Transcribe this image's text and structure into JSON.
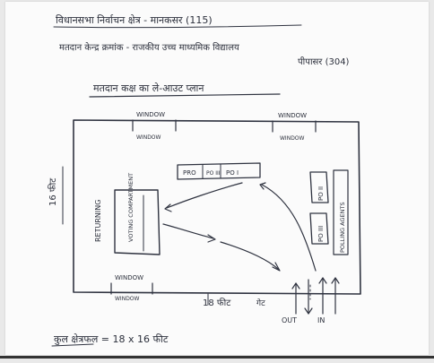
{
  "header": {
    "line1": "विधानसभा निर्वाचन क्षेत्र - मानकसर (115)",
    "line2": "मतदान केन्द्र क्रमांक - राजकीय उच्च माध्यमिक विद्यालय",
    "line3": "पीपासर (304)",
    "title": "मतदान कक्ष का ले-आउट प्लान"
  },
  "room": {
    "window_label": "WINDOW",
    "right_side_label": "16 फीट",
    "bottom_length_label": "18 फीट",
    "entrance_label": "गेट",
    "exit_label": "OUT",
    "in_label": "IN"
  },
  "furniture": {
    "returning_officer": "RETURNING",
    "voting_compartment": "VOTING COMPARTMENT",
    "pro_table": "PRO",
    "po1": "PO I",
    "po2": "PO II",
    "po3": "PO III",
    "polling_agents": "POLLING AGENTS"
  },
  "footer": {
    "area": "कुल क्षेत्रफल = 18 x 16 फीट"
  }
}
